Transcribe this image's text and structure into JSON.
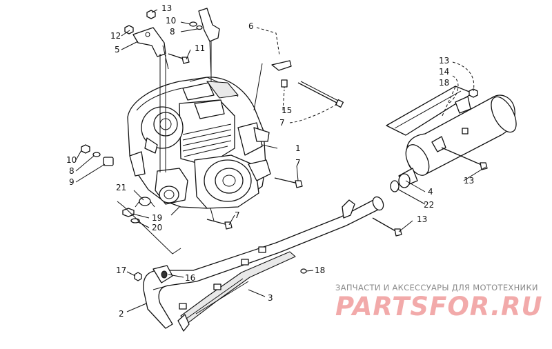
{
  "callouts": [
    {
      "id": "c13a",
      "text": "13"
    },
    {
      "id": "c10a",
      "text": "10"
    },
    {
      "id": "c8a",
      "text": "8"
    },
    {
      "id": "c6",
      "text": "6"
    },
    {
      "id": "c12",
      "text": "12"
    },
    {
      "id": "c5",
      "text": "5"
    },
    {
      "id": "c11",
      "text": "11"
    },
    {
      "id": "c15",
      "text": "15"
    },
    {
      "id": "c7a",
      "text": "7"
    },
    {
      "id": "c1",
      "text": "1"
    },
    {
      "id": "c7b",
      "text": "7"
    },
    {
      "id": "c10b",
      "text": "10"
    },
    {
      "id": "c8b",
      "text": "8"
    },
    {
      "id": "c9",
      "text": "9"
    },
    {
      "id": "c21",
      "text": "21"
    },
    {
      "id": "c19",
      "text": "19"
    },
    {
      "id": "c20",
      "text": "20"
    },
    {
      "id": "c7c",
      "text": "7"
    },
    {
      "id": "c13b",
      "text": "13"
    },
    {
      "id": "c14",
      "text": "14"
    },
    {
      "id": "c18a",
      "text": "18"
    },
    {
      "id": "c13c",
      "text": "13"
    },
    {
      "id": "c4",
      "text": "4"
    },
    {
      "id": "c22",
      "text": "22"
    },
    {
      "id": "c13d",
      "text": "13"
    },
    {
      "id": "c17",
      "text": "17"
    },
    {
      "id": "c16",
      "text": "16"
    },
    {
      "id": "c18b",
      "text": "18"
    },
    {
      "id": "c3",
      "text": "3"
    },
    {
      "id": "c2",
      "text": "2"
    }
  ],
  "watermark": {
    "caption": "ЗАПЧАСТИ И АКСЕССУАРЫ ДЛЯ МОТОТЕХНИКИ",
    "logo": "PARTSFOR.RU"
  }
}
